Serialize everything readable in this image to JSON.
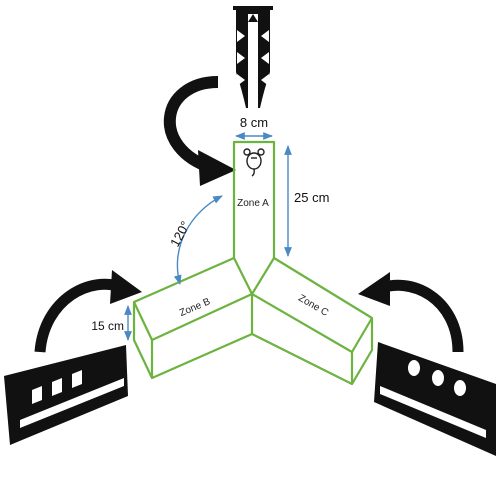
{
  "diagram": {
    "zones": {
      "a": "Zone A",
      "b": "Zone B",
      "c": "Zone C"
    },
    "dimensions": {
      "arm_width": "8 cm",
      "arm_length": "25 cm",
      "wall_height": "15 cm",
      "arm_angle": "120°"
    },
    "cues": {
      "top": "triangles",
      "left": "squares",
      "right": "circles"
    },
    "colors": {
      "maze_outline": "#6cb33f",
      "dimension_arrow": "#4a8ac4",
      "cue_panel": "#111111"
    }
  }
}
